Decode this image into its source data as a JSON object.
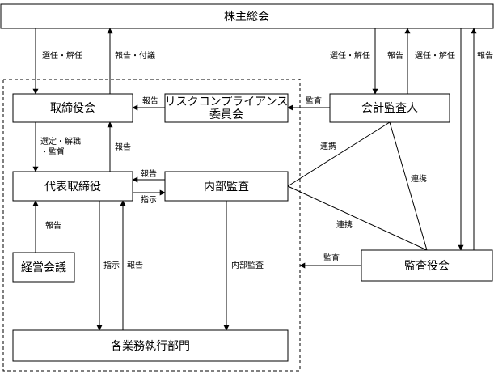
{
  "nodes": {
    "shareholders": "株主総会",
    "board": "取締役会",
    "risk_committee_line1": "リスクコンプライアンス",
    "risk_committee_line2": "委員会",
    "auditor": "会計監査人",
    "ceo": "代表取締役",
    "internal_audit": "内部監査",
    "mgmt_meeting": "経営会議",
    "departments": "各業務執行部門",
    "audit_board": "監査役会"
  },
  "edges": {
    "elect_dismiss": "選任・解任",
    "report_resolution": "報告・付議",
    "report": "報告",
    "audit": "監査",
    "select_dismiss_1": "選定・解職",
    "select_dismiss_2": "・監督",
    "instruct": "指示",
    "coop": "連携",
    "internal_audit": "内部監査"
  },
  "colors": {
    "stroke": "#000000",
    "background": "#ffffff"
  }
}
